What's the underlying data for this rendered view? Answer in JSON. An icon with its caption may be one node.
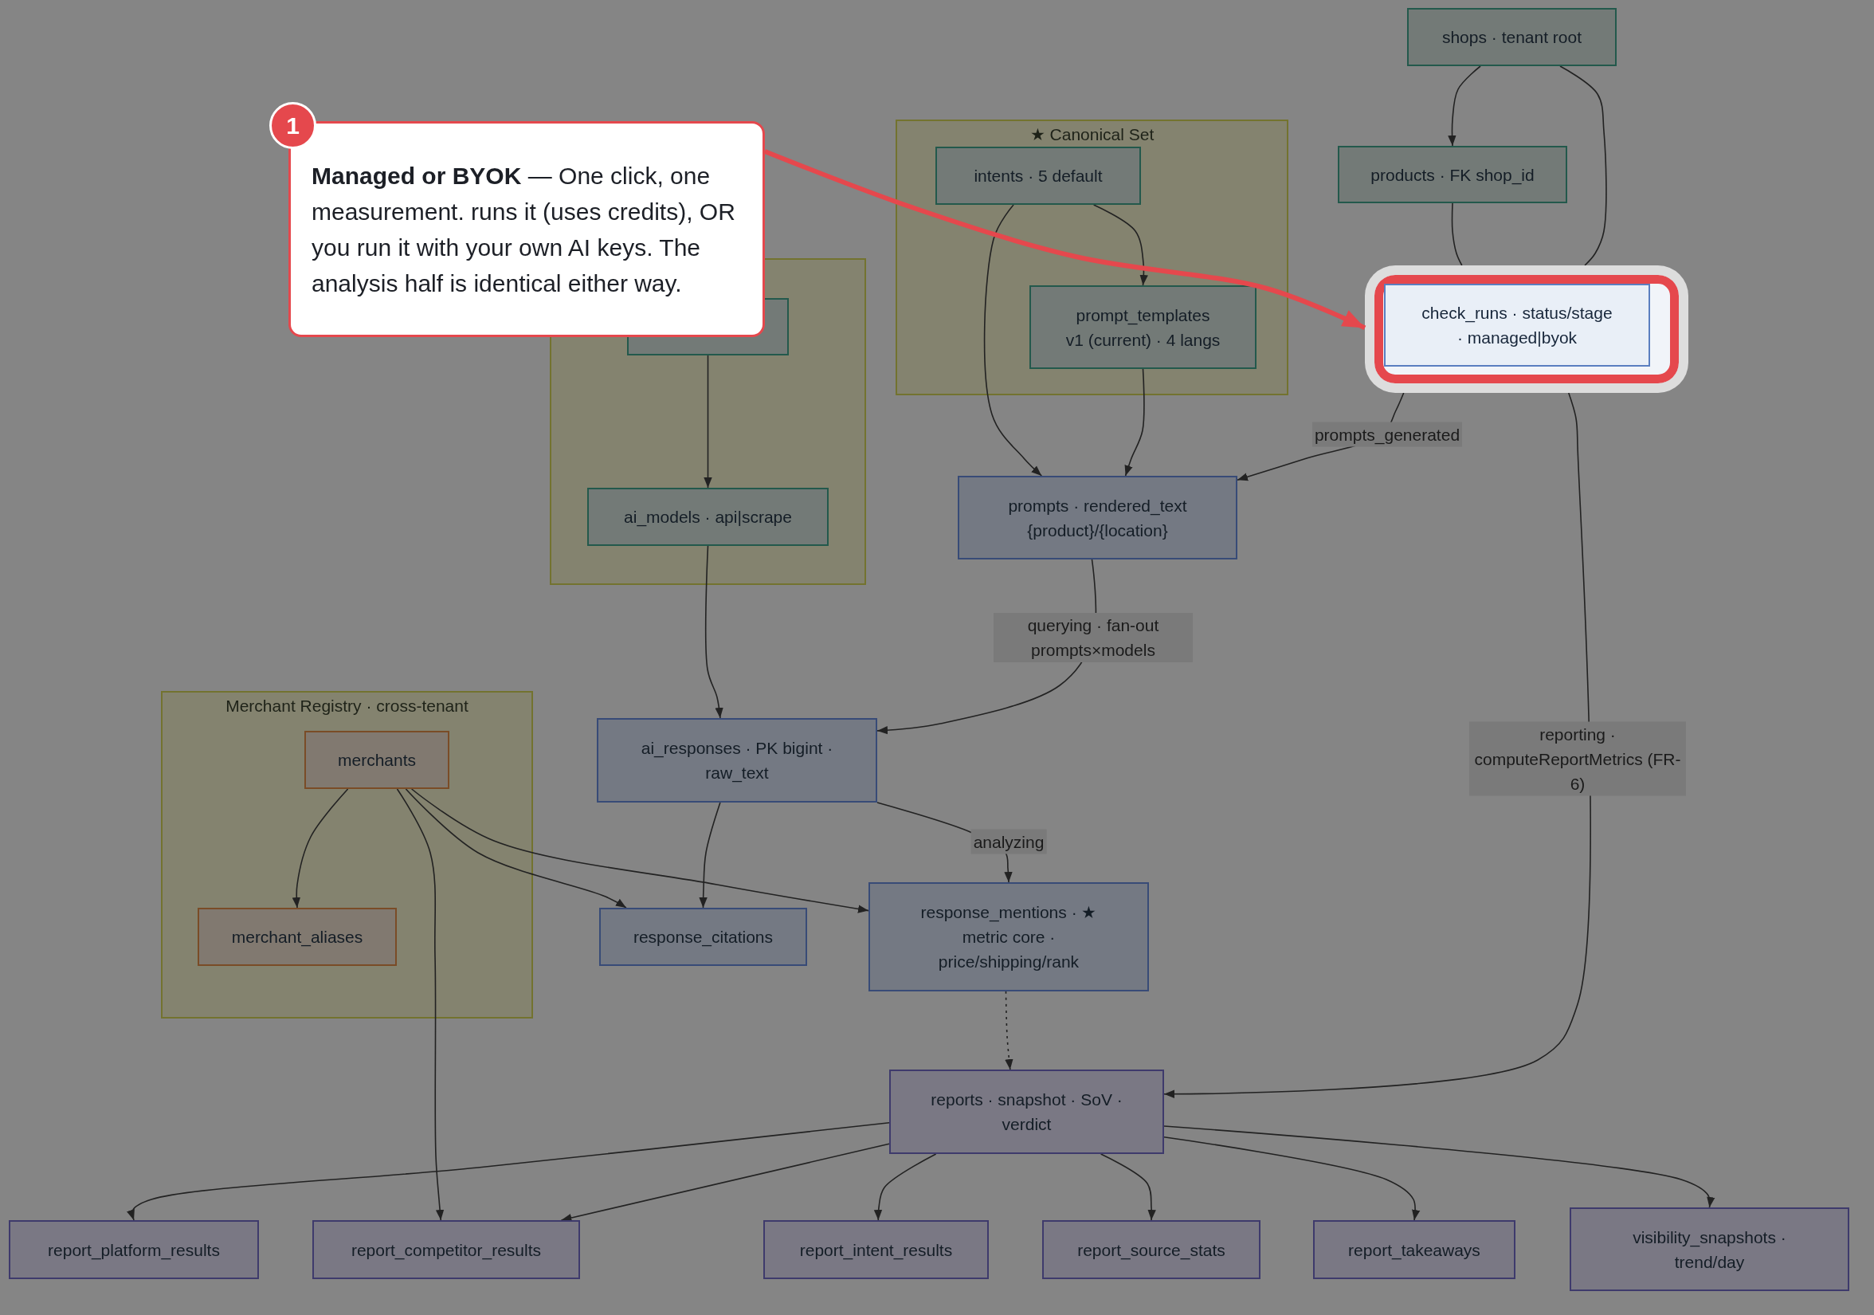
{
  "diagram": {
    "nodes": [
      {
        "text": [
          "1"
        ]
      },
      {
        "text": [
          "**Managed or BYOK** — One click, one measurement. runs it (uses credits), OR you run it with your own AI keys. The analysis half is identical either way."
        ]
      },
      {
        "text": [
          "shops · tenant root"
        ]
      },
      {
        "text": [
          "★ Canonical Set"
        ]
      },
      {
        "text": [
          "intents · 5 default"
        ],
        "in": 3
      },
      {
        "text": [
          "prompt_templates v1 (current) · 4 langs"
        ],
        "in": 3
      },
      {
        "text": [
          "products · FK shop_id"
        ]
      },
      {
        "text": [
          "check_runs · status/stage · managed|byok"
        ]
      },
      {
        "text": [],
        "shape": "box"
      },
      {
        "text": [],
        "shape": "box",
        "in": 8
      },
      {
        "text": [
          "ai_models · api|scrape"
        ],
        "in": 8
      },
      {
        "text": [
          "prompts · rendered_text {product}/{location}"
        ]
      },
      {
        "text": [
          "Merchant Registry · cross-tenant"
        ]
      },
      {
        "text": [
          "merchants"
        ],
        "in": 12
      },
      {
        "text": [
          "merchant_aliases"
        ],
        "in": 12
      },
      {
        "text": [
          "ai_responses · PK bigint · raw_text"
        ]
      },
      {
        "text": [
          "response_citations"
        ]
      },
      {
        "text": [
          "response_mentions · ★ metric core · price/shipping/rank"
        ]
      },
      {
        "text": [
          "reports · snapshot · SoV · verdict"
        ]
      },
      {
        "text": [
          "report_platform_results"
        ]
      },
      {
        "text": [
          "report_competitor_results"
        ]
      },
      {
        "text": [
          "report_intent_results"
        ]
      },
      {
        "text": [
          "report_source_stats"
        ]
      },
      {
        "text": [
          "report_takeaways"
        ]
      },
      {
        "text": [
          "visibility_snapshots · trend/day"
        ]
      }
    ],
    "edges": [
      {
        "from": 1,
        "to": 7,
        "arrow": "to",
        "style": "thick",
        "color": "#e5484d"
      },
      {
        "from": 2,
        "to": 6,
        "arrow": "to"
      },
      {
        "from": 2,
        "to": 7,
        "arrow": "none"
      },
      {
        "from": 6,
        "to": 7,
        "arrow": "none"
      },
      {
        "from": 4,
        "to": 5,
        "arrow": "to"
      },
      {
        "from": 4,
        "to": 11,
        "arrow": "to"
      },
      {
        "from": 5,
        "to": 11,
        "arrow": "to"
      },
      {
        "from": 7,
        "to": 11,
        "arrow": "to",
        "label": "prompts_generated"
      },
      {
        "from": 9,
        "to": 10,
        "arrow": "to"
      },
      {
        "from": 10,
        "to": 15,
        "arrow": "to"
      },
      {
        "from": 11,
        "to": 15,
        "arrow": "to",
        "label": "querying · fan-out prompts×models"
      },
      {
        "from": 13,
        "to": 14,
        "arrow": "to"
      },
      {
        "from": 13,
        "to": 20,
        "arrow": "to"
      },
      {
        "from": 13,
        "to": 16,
        "arrow": "to"
      },
      {
        "from": 13,
        "to": 17,
        "arrow": "to"
      },
      {
        "from": 15,
        "to": 16,
        "arrow": "to"
      },
      {
        "from": 15,
        "to": 17,
        "arrow": "to",
        "label": "analyzing"
      },
      {
        "from": 17,
        "to": 18,
        "arrow": "to",
        "style": "dashed"
      },
      {
        "from": 7,
        "to": 18,
        "arrow": "to",
        "label": "reporting · computeReportMetrics (FR-6)"
      },
      {
        "from": 18,
        "to": 19,
        "arrow": "to"
      },
      {
        "from": 18,
        "to": 20,
        "arrow": "to"
      },
      {
        "from": 18,
        "to": 21,
        "arrow": "to"
      },
      {
        "from": 18,
        "to": 22,
        "arrow": "to"
      },
      {
        "from": 18,
        "to": 23,
        "arrow": "to"
      },
      {
        "from": 18,
        "to": 24,
        "arrow": "to"
      }
    ]
  }
}
